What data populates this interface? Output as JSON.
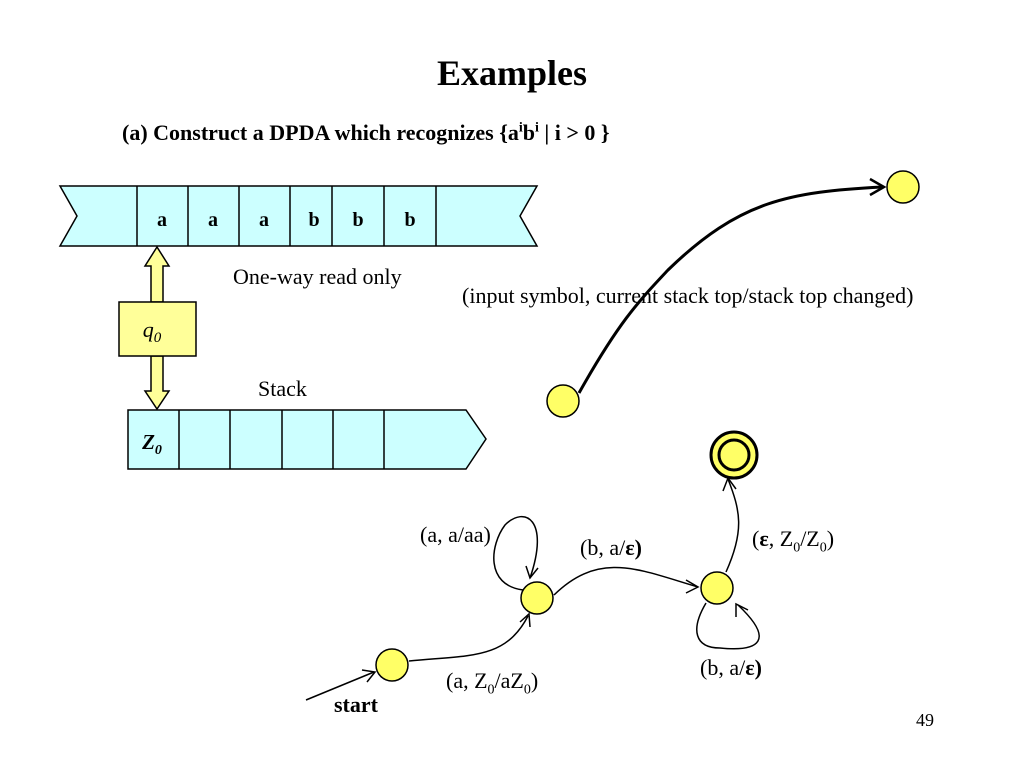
{
  "title": "Examples",
  "subtitle": {
    "prefix": "(a) Construct a DPDA which recognizes {a",
    "sup1": "i",
    "mid": "b",
    "sup2": "i",
    "suffix": " | i > 0 }"
  },
  "tape": {
    "cells": [
      "a",
      "a",
      "a",
      "b",
      "b",
      "b",
      ""
    ],
    "caption": "One-way read only"
  },
  "control": {
    "state": "q",
    "sub": "0"
  },
  "stack": {
    "caption": "Stack",
    "top": "Z",
    "top_sub": "0"
  },
  "legend": {
    "text": "(input symbol, current stack top/stack top changed)"
  },
  "transitions": {
    "start_label": "start",
    "start_to_q1": {
      "p1": "(a, Z",
      "s1": "0",
      "p2": "/aZ",
      "s2": "0",
      "p3": ")"
    },
    "loop_q1": "(a, a/aa)",
    "q1_to_q2": {
      "p1": "(b, a/",
      "eps": "ε",
      "p2": ")"
    },
    "loop_q2": {
      "p1": "(b, a/",
      "eps": "ε",
      "p2": ")"
    },
    "q2_to_accept": {
      "p1": "(",
      "eps": "ε",
      "p2": ", Z",
      "s1": "0",
      "p3": "/Z",
      "s2": "0",
      "p4": ")"
    }
  },
  "page_number": "49",
  "colors": {
    "tape": "#ccffff",
    "state": "#ffff66",
    "control": "#ffff99"
  }
}
